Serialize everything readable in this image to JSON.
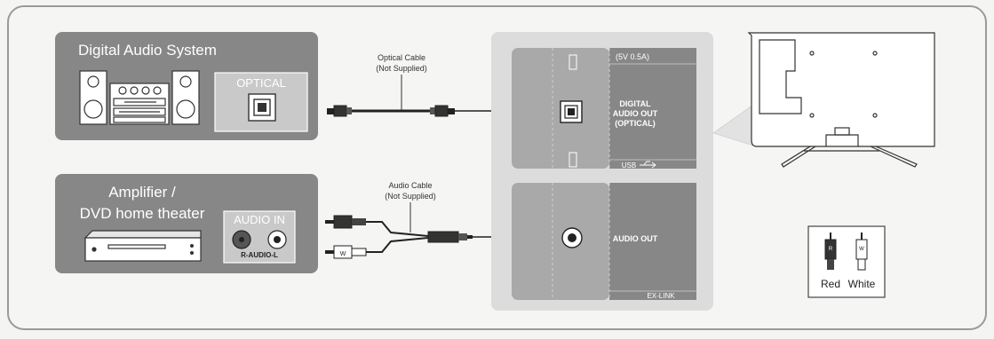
{
  "devices": {
    "digital_audio": {
      "title": "Digital Audio System",
      "port_label": "OPTICAL"
    },
    "amplifier": {
      "title_line1": "Amplifier /",
      "title_line2": "DVD home theater",
      "port_label": "AUDIO IN",
      "sub_label": "R-AUDIO-L"
    }
  },
  "cables": {
    "optical": {
      "line1": "Optical Cable",
      "line2": "(Not Supplied)"
    },
    "audio": {
      "line1": "Audio Cable",
      "line2": "(Not Supplied)"
    }
  },
  "tv_panel": {
    "top_label": "(5V 0.5A)",
    "digital_out_line1": "DIGITAL",
    "digital_out_line2": "AUDIO OUT",
    "digital_out_line3": "(OPTICAL)",
    "usb_label": "USB",
    "audio_out_label": "AUDIO OUT",
    "bottom_label": "EX-LINK"
  },
  "legend": {
    "red_label": "Red",
    "white_label": "White",
    "plug_letter_red": "R",
    "plug_letter_white": "W"
  },
  "colors": {
    "panel_dark": "#878787",
    "panel_mid": "#a9a9a9",
    "panel_light": "#c9c9c9",
    "tv_backdrop": "#dcdcdc",
    "line": "#222222"
  }
}
